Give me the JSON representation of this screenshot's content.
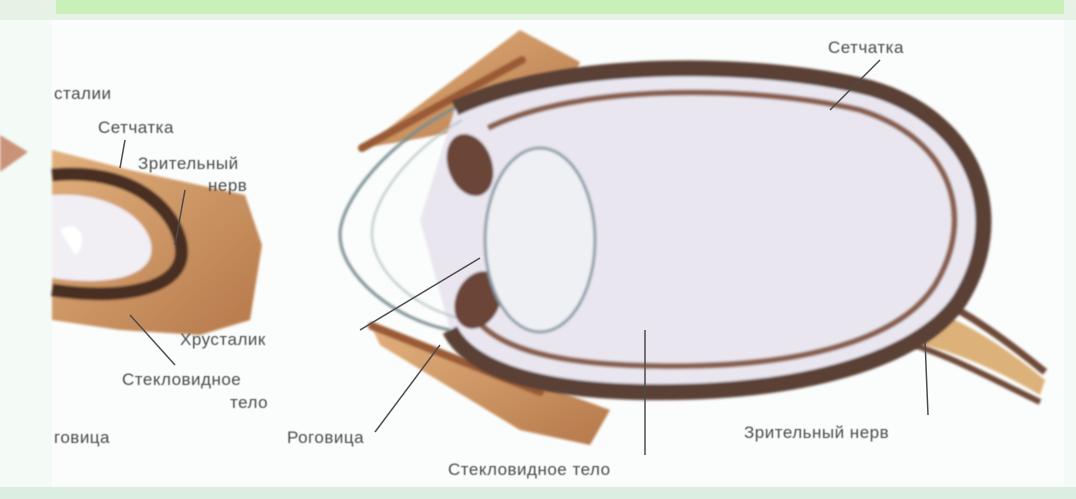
{
  "colors": {
    "band": "#c8f0b8",
    "sclera": "#5a3f35",
    "muscle": "#cc9868",
    "vitreous": "#e9e6ef",
    "label_text": "#4a4a4a"
  },
  "labels": {
    "left_top_partial": "сталии",
    "left_retina": "Сетчатка",
    "left_optic_nerve_line1": "Зрительный",
    "left_optic_nerve_line2": "нерв",
    "lens": "Хрусталик",
    "left_vitreous_line1": "Стекловидное",
    "left_vitreous_line2": "тело",
    "left_cornea_partial": "говица",
    "cornea": "Роговица",
    "vitreous": "Стекловидное тело",
    "retina": "Сетчатка",
    "optic_nerve": "Зрительный нерв"
  }
}
